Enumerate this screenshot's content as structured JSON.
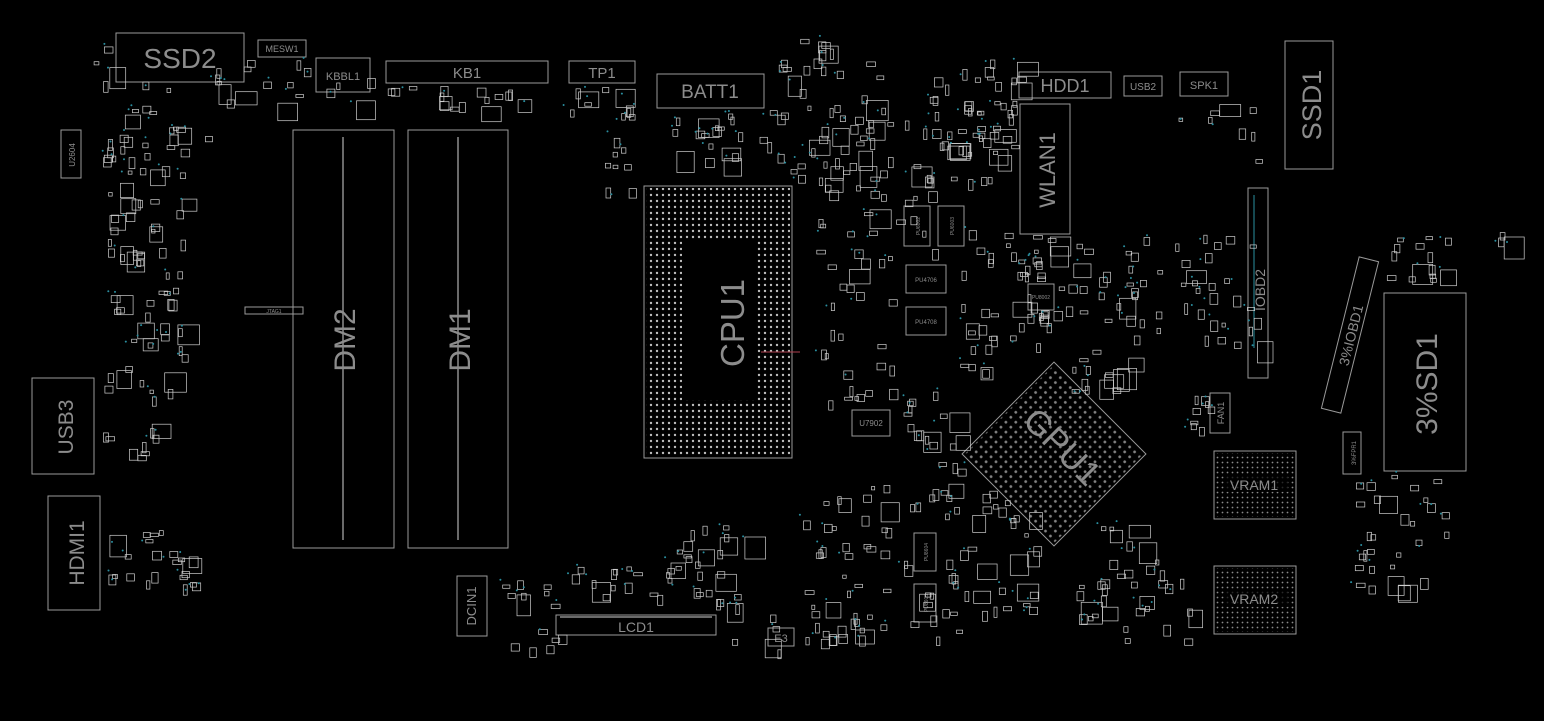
{
  "colors": {
    "background": "#000000",
    "outline": "#9a9a9a",
    "label": "#8c8c8c",
    "via": "#2a8fa0"
  },
  "labels": {
    "ssd2": "SSD2",
    "mesw1": "MESW1",
    "kbbl1": "KBBL1",
    "kb1": "KB1",
    "tp1": "TP1",
    "batt1": "BATT1",
    "hdd1": "HDD1",
    "usb2": "USB2",
    "spk1": "SPK1",
    "ssd1": "SSD1",
    "u2604": "U2604",
    "wlan1": "WLAN1",
    "dm2": "DM2",
    "dm1": "DM1",
    "cpu1": "CPU1",
    "gpu1": "GPU1",
    "usb3": "USB3",
    "hdmi1": "HDMI1",
    "dcin1": "DCIN1",
    "lcd1": "LCD1",
    "e3": "E3",
    "vram1": "VRAM1",
    "vram2": "VRAM2",
    "fan1": "FAN1",
    "u7902": "U7902",
    "ioboard2": "IOBD2",
    "ioboard1": "3%IOBD1",
    "sd1": "3%SD1",
    "fpr1": "3%FPR1",
    "pu4706": "PU4706",
    "pu4708": "PU4708",
    "pu6002": "PU6002",
    "pu6003": "PU6003",
    "pu8002": "PU8002",
    "pu8604": "PU8604",
    "pu8605": "PU8605",
    "jtag": "JTAG1"
  }
}
